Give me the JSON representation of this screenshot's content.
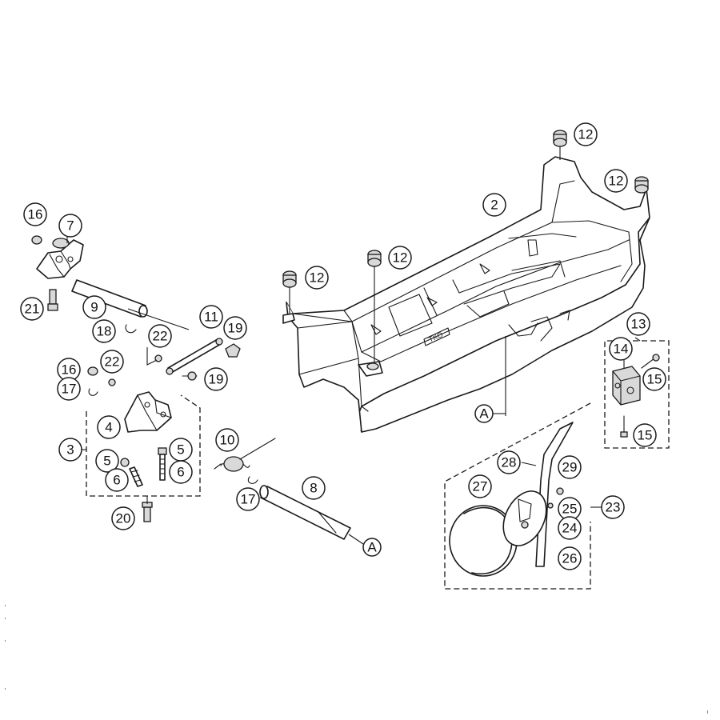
{
  "image": {
    "background": "#ffffff",
    "line_color": "#1a1a1a"
  },
  "callouts": [
    {
      "id": "c12a",
      "label": "12"
    },
    {
      "id": "c12b",
      "label": "12"
    },
    {
      "id": "c12c",
      "label": "12"
    },
    {
      "id": "c12d",
      "label": "12"
    },
    {
      "id": "c2",
      "label": "2"
    },
    {
      "id": "c13",
      "label": "13"
    },
    {
      "id": "c14",
      "label": "14"
    },
    {
      "id": "c15a",
      "label": "15"
    },
    {
      "id": "c15b",
      "label": "15"
    },
    {
      "id": "cA1",
      "label": "A"
    },
    {
      "id": "c16a",
      "label": "16"
    },
    {
      "id": "c7",
      "label": "7"
    },
    {
      "id": "c21",
      "label": "21"
    },
    {
      "id": "c9",
      "label": "9"
    },
    {
      "id": "c18",
      "label": "18"
    },
    {
      "id": "c22a",
      "label": "22"
    },
    {
      "id": "c11",
      "label": "11"
    },
    {
      "id": "c19a",
      "label": "19"
    },
    {
      "id": "c19b",
      "label": "19"
    },
    {
      "id": "c16b",
      "label": "16"
    },
    {
      "id": "c22b",
      "label": "22"
    },
    {
      "id": "c17a",
      "label": "17"
    },
    {
      "id": "c4",
      "label": "4"
    },
    {
      "id": "c3",
      "label": "3"
    },
    {
      "id": "c5a",
      "label": "5"
    },
    {
      "id": "c6a",
      "label": "6"
    },
    {
      "id": "c5b",
      "label": "5"
    },
    {
      "id": "c6b",
      "label": "6"
    },
    {
      "id": "c10",
      "label": "10"
    },
    {
      "id": "c17b",
      "label": "17"
    },
    {
      "id": "c8",
      "label": "8"
    },
    {
      "id": "cA2",
      "label": "A"
    },
    {
      "id": "c20",
      "label": "20"
    },
    {
      "id": "c28",
      "label": "28"
    },
    {
      "id": "c29",
      "label": "29"
    },
    {
      "id": "c27",
      "label": "27"
    },
    {
      "id": "c25",
      "label": "25"
    },
    {
      "id": "c23",
      "label": "23"
    },
    {
      "id": "c24",
      "label": "24"
    },
    {
      "id": "c26",
      "label": "26"
    }
  ]
}
